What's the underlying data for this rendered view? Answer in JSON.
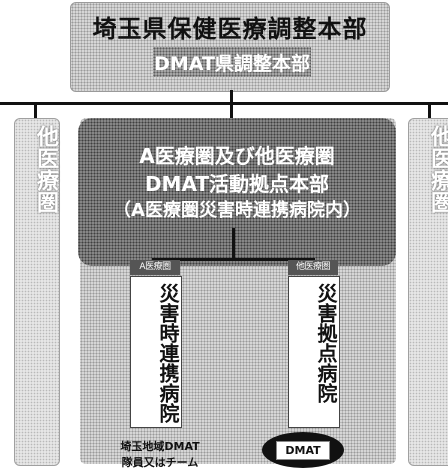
{
  "headquarters": {
    "title": "埼玉県保健医療調整本部",
    "sub_label": "DMAT県調整本部"
  },
  "side_columns": {
    "left_label": "他医療圏",
    "right_label": "他医療圏"
  },
  "main_box": {
    "line1": "A医療圏及び他医療圏",
    "line2": "DMAT活動拠点本部",
    "line3": "（A医療圏災害時連携病院内）"
  },
  "hospitals": [
    {
      "tag": "A医療圏",
      "label": "災害時連携病院"
    },
    {
      "tag": "他医療圏",
      "label": "災害拠点病院"
    }
  ],
  "captions": {
    "line1": "埼玉地域DMAT",
    "line2": "隊員又はチーム"
  },
  "badge": {
    "label": "DMAT"
  }
}
